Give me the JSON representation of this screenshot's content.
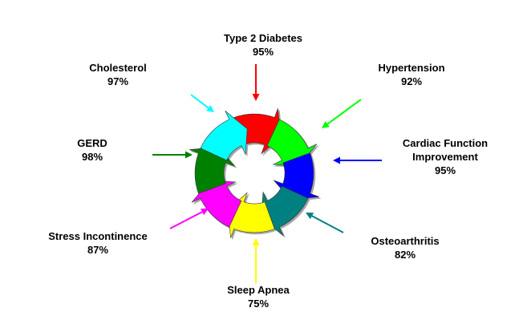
{
  "conditions": [
    {
      "id": "type2-diabetes",
      "lines": [
        "Type 2 Diabetes",
        "95%"
      ],
      "color": "#ff0000"
    },
    {
      "id": "hypertension",
      "lines": [
        "Hypertension",
        "92%"
      ],
      "color": "#00ff00"
    },
    {
      "id": "cardiac-function",
      "lines": [
        "Cardiac Function",
        "Improvement",
        "95%"
      ],
      "color": "#0000ff"
    },
    {
      "id": "osteoarthritis",
      "lines": [
        "Osteoarthritis",
        "82%"
      ],
      "color": "#008080"
    },
    {
      "id": "sleep-apnea",
      "lines": [
        "Sleep Apnea",
        "75%"
      ],
      "color": "#ffff00"
    },
    {
      "id": "stress-incontinence",
      "lines": [
        "Stress Incontinence",
        "87%"
      ],
      "color": "#ff00ff"
    },
    {
      "id": "gerd",
      "lines": [
        "GERD",
        "98%"
      ],
      "color": "#008000"
    },
    {
      "id": "cholesterol",
      "lines": [
        "Cholesterol",
        "97%"
      ],
      "color": "#00ffff"
    }
  ]
}
